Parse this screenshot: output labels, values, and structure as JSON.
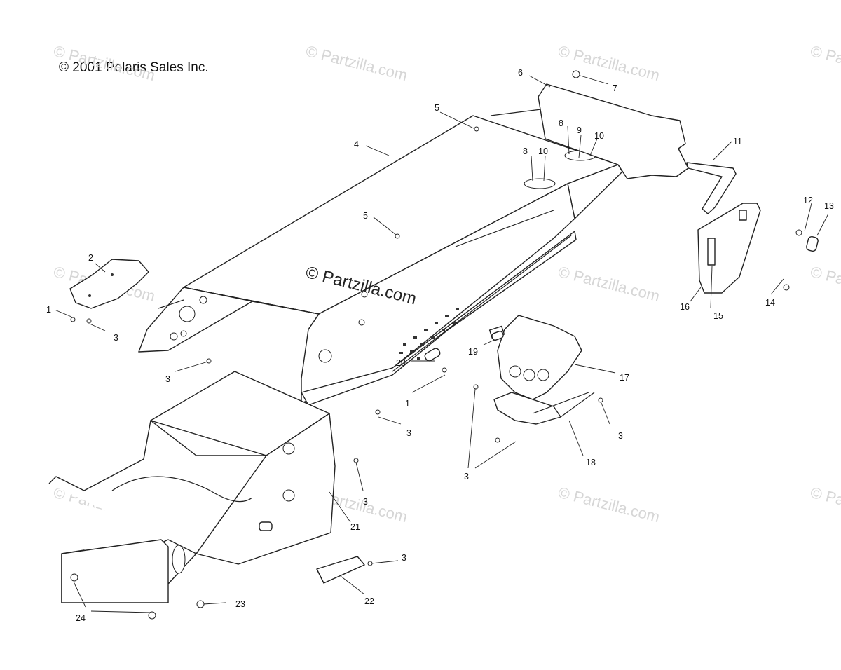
{
  "copyright": "© 2001 Polaris Sales Inc.",
  "watermark": "© Partzilla.com",
  "callouts": {
    "c1a": "1",
    "c1b": "1",
    "c2": "2",
    "c3a": "3",
    "c3b": "3",
    "c3c": "3",
    "c3d": "3",
    "c3e": "3",
    "c3f": "3",
    "c3g": "3",
    "c4": "4",
    "c5a": "5",
    "c5b": "5",
    "c6": "6",
    "c7": "7",
    "c8a": "8",
    "c8b": "8",
    "c9": "9",
    "c10a": "10",
    "c10b": "10",
    "c11": "11",
    "c12": "12",
    "c13": "13",
    "c14": "14",
    "c15": "15",
    "c16": "16",
    "c17": "17",
    "c18": "18",
    "c19": "19",
    "c20": "20",
    "c21": "21",
    "c22": "22",
    "c23": "23",
    "c24": "24"
  }
}
